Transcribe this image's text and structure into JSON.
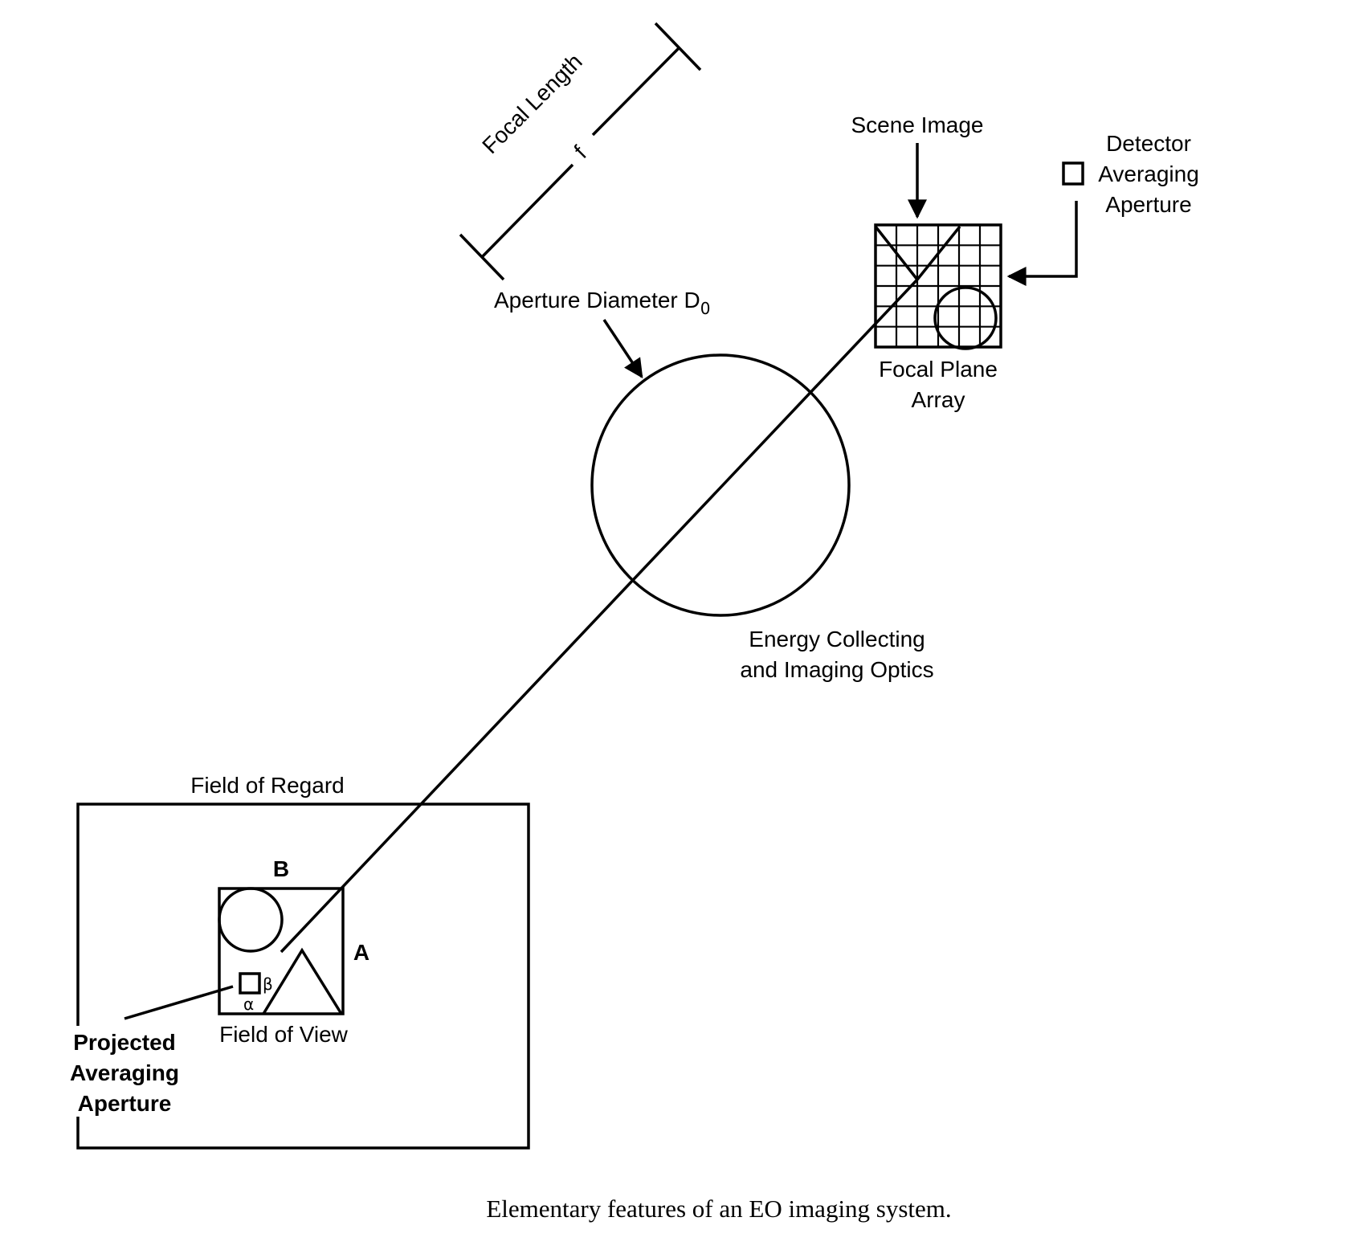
{
  "labels": {
    "focal_length": "Focal Length",
    "f": "f",
    "scene_image": "Scene Image",
    "detector_line1": "Detector",
    "detector_line2": "Averaging",
    "detector_line3": "Aperture",
    "aperture_diameter": "Aperture Diameter D",
    "aperture_subscript": "0",
    "focal_plane_line1": "Focal Plane",
    "focal_plane_line2": "Array",
    "optics_line1": "Energy Collecting",
    "optics_line2": "and Imaging Optics",
    "field_of_regard": "Field of Regard",
    "b": "B",
    "a": "A",
    "beta": "β",
    "alpha": "α",
    "field_of_view": "Field of View",
    "projected_line1": "Projected",
    "projected_line2": "Averaging",
    "projected_line3": "Aperture"
  },
  "caption": "Elementary features of an EO imaging system.",
  "colors": {
    "ink": "#000000",
    "background": "#ffffff"
  }
}
